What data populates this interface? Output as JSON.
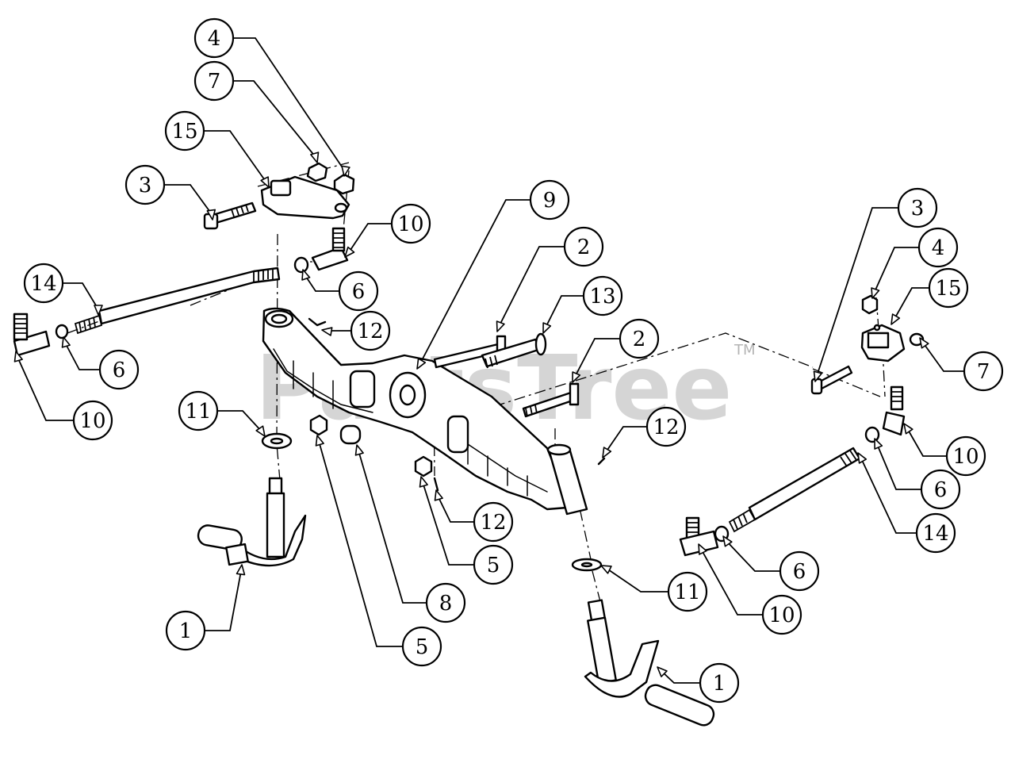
{
  "watermark": {
    "text": "PartsTree",
    "trademark": "TM"
  },
  "callouts": [
    {
      "id": "c4a",
      "label": "4"
    },
    {
      "id": "c7a",
      "label": "7"
    },
    {
      "id": "c15a",
      "label": "15"
    },
    {
      "id": "c3a",
      "label": "3"
    },
    {
      "id": "c10a",
      "label": "10"
    },
    {
      "id": "c6a",
      "label": "6"
    },
    {
      "id": "c14a",
      "label": "14"
    },
    {
      "id": "c12a",
      "label": "12"
    },
    {
      "id": "c6b",
      "label": "6"
    },
    {
      "id": "c10b",
      "label": "10"
    },
    {
      "id": "c11a",
      "label": "11"
    },
    {
      "id": "c9",
      "label": "9"
    },
    {
      "id": "c2a",
      "label": "2"
    },
    {
      "id": "c13",
      "label": "13"
    },
    {
      "id": "c2b",
      "label": "2"
    },
    {
      "id": "c12b",
      "label": "12"
    },
    {
      "id": "c12c",
      "label": "12"
    },
    {
      "id": "c5a",
      "label": "5"
    },
    {
      "id": "c8",
      "label": "8"
    },
    {
      "id": "c5b",
      "label": "5"
    },
    {
      "id": "c1a",
      "label": "1"
    },
    {
      "id": "c3b",
      "label": "3"
    },
    {
      "id": "c4b",
      "label": "4"
    },
    {
      "id": "c15b",
      "label": "15"
    },
    {
      "id": "c7b",
      "label": "7"
    },
    {
      "id": "c10c",
      "label": "10"
    },
    {
      "id": "c6c",
      "label": "6"
    },
    {
      "id": "c14b",
      "label": "14"
    },
    {
      "id": "c6d",
      "label": "6"
    },
    {
      "id": "c10d",
      "label": "10"
    },
    {
      "id": "c11b",
      "label": "11"
    },
    {
      "id": "c1b",
      "label": "1"
    }
  ]
}
